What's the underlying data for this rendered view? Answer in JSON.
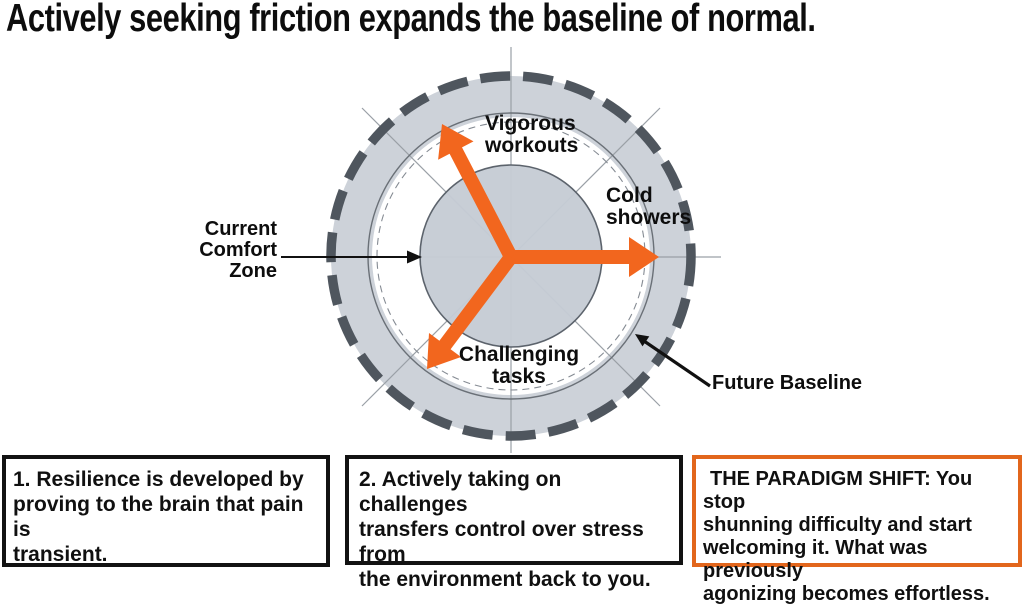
{
  "title": "Actively seeking friction expands the baseline of normal.",
  "diagram": {
    "labels": {
      "vigorous": "Vigorous\nworkouts",
      "cold": "Cold\nshowers",
      "challenging": "Challenging\ntasks",
      "comfort": "Current\nComfort\nZone",
      "future": "Future Baseline"
    },
    "colors": {
      "arrow_orange": "#f2661e",
      "outer_dash": "#4f565e",
      "band_fill": "#cdd2d9",
      "comfort_zone_fill": "#c6ccd4",
      "axis_line": "#9aa0a6",
      "annotation_black": "#111111"
    }
  },
  "boxes": [
    {
      "text": "1. Resilience is developed by\nproving to the brain that pain is\ntransient.",
      "border_color": "#121212"
    },
    {
      "text": "2. Actively taking on challenges\ntransfers control over stress from\nthe environment back to you.",
      "border_color": "#121212"
    },
    {
      "text": "THE PARADIGM SHIFT: You stop\nshunning difficulty and start\nwelcoming it. What was previously\nagonizing becomes effortless.",
      "border_color": "#e2661c"
    }
  ]
}
